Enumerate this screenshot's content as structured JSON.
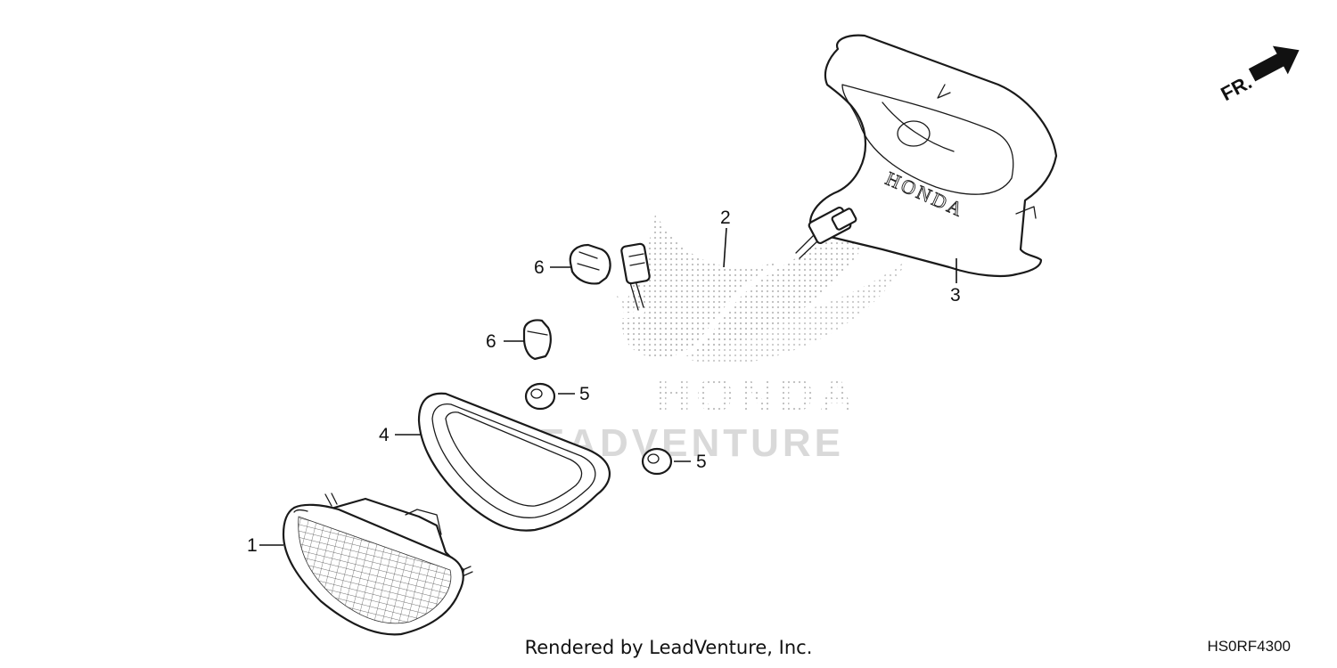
{
  "footer": {
    "credit": "Rendered by LeadVenture, Inc.",
    "diagram_code": "HS0RF4300"
  },
  "direction_marker": {
    "label": "FR."
  },
  "watermark": {
    "brand": "HONDA",
    "line2": "LEADVENTURE"
  },
  "part_brand_text": "HONDA",
  "callouts": [
    {
      "id": "1",
      "label": "1"
    },
    {
      "id": "2",
      "label": "2"
    },
    {
      "id": "3",
      "label": "3"
    },
    {
      "id": "4",
      "label": "4"
    },
    {
      "id": "5a",
      "label": "5"
    },
    {
      "id": "5b",
      "label": "5"
    },
    {
      "id": "6a",
      "label": "6"
    },
    {
      "id": "6b",
      "label": "6"
    }
  ],
  "colors": {
    "line": "#1a1a1a",
    "watermark": "#d6d6d6",
    "background": "#ffffff"
  }
}
